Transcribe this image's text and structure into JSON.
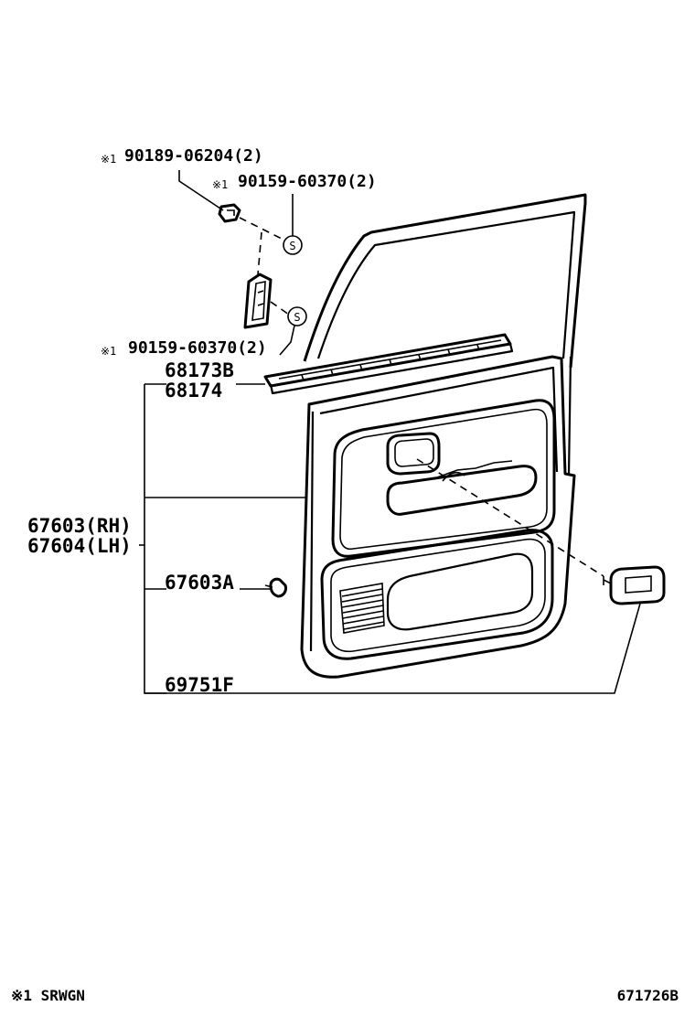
{
  "labels": {
    "bolt_90189": {
      "mark": "※1",
      "part": "90189-06204(2)"
    },
    "screw_top": {
      "mark": "※1",
      "part": "90159-60370(2)"
    },
    "screw_bottom": {
      "mark": "※1",
      "part": "90159-60370(2)"
    },
    "p68173B": "68173B",
    "p68174": "68174",
    "p67603_rh": "67603(RH)",
    "p67604_lh": "67604(LH)",
    "p67603A": "67603A",
    "p69751F": "69751F",
    "s_mark": "S"
  },
  "footer": {
    "note": "※1 SRWGN",
    "code": "671726B"
  }
}
